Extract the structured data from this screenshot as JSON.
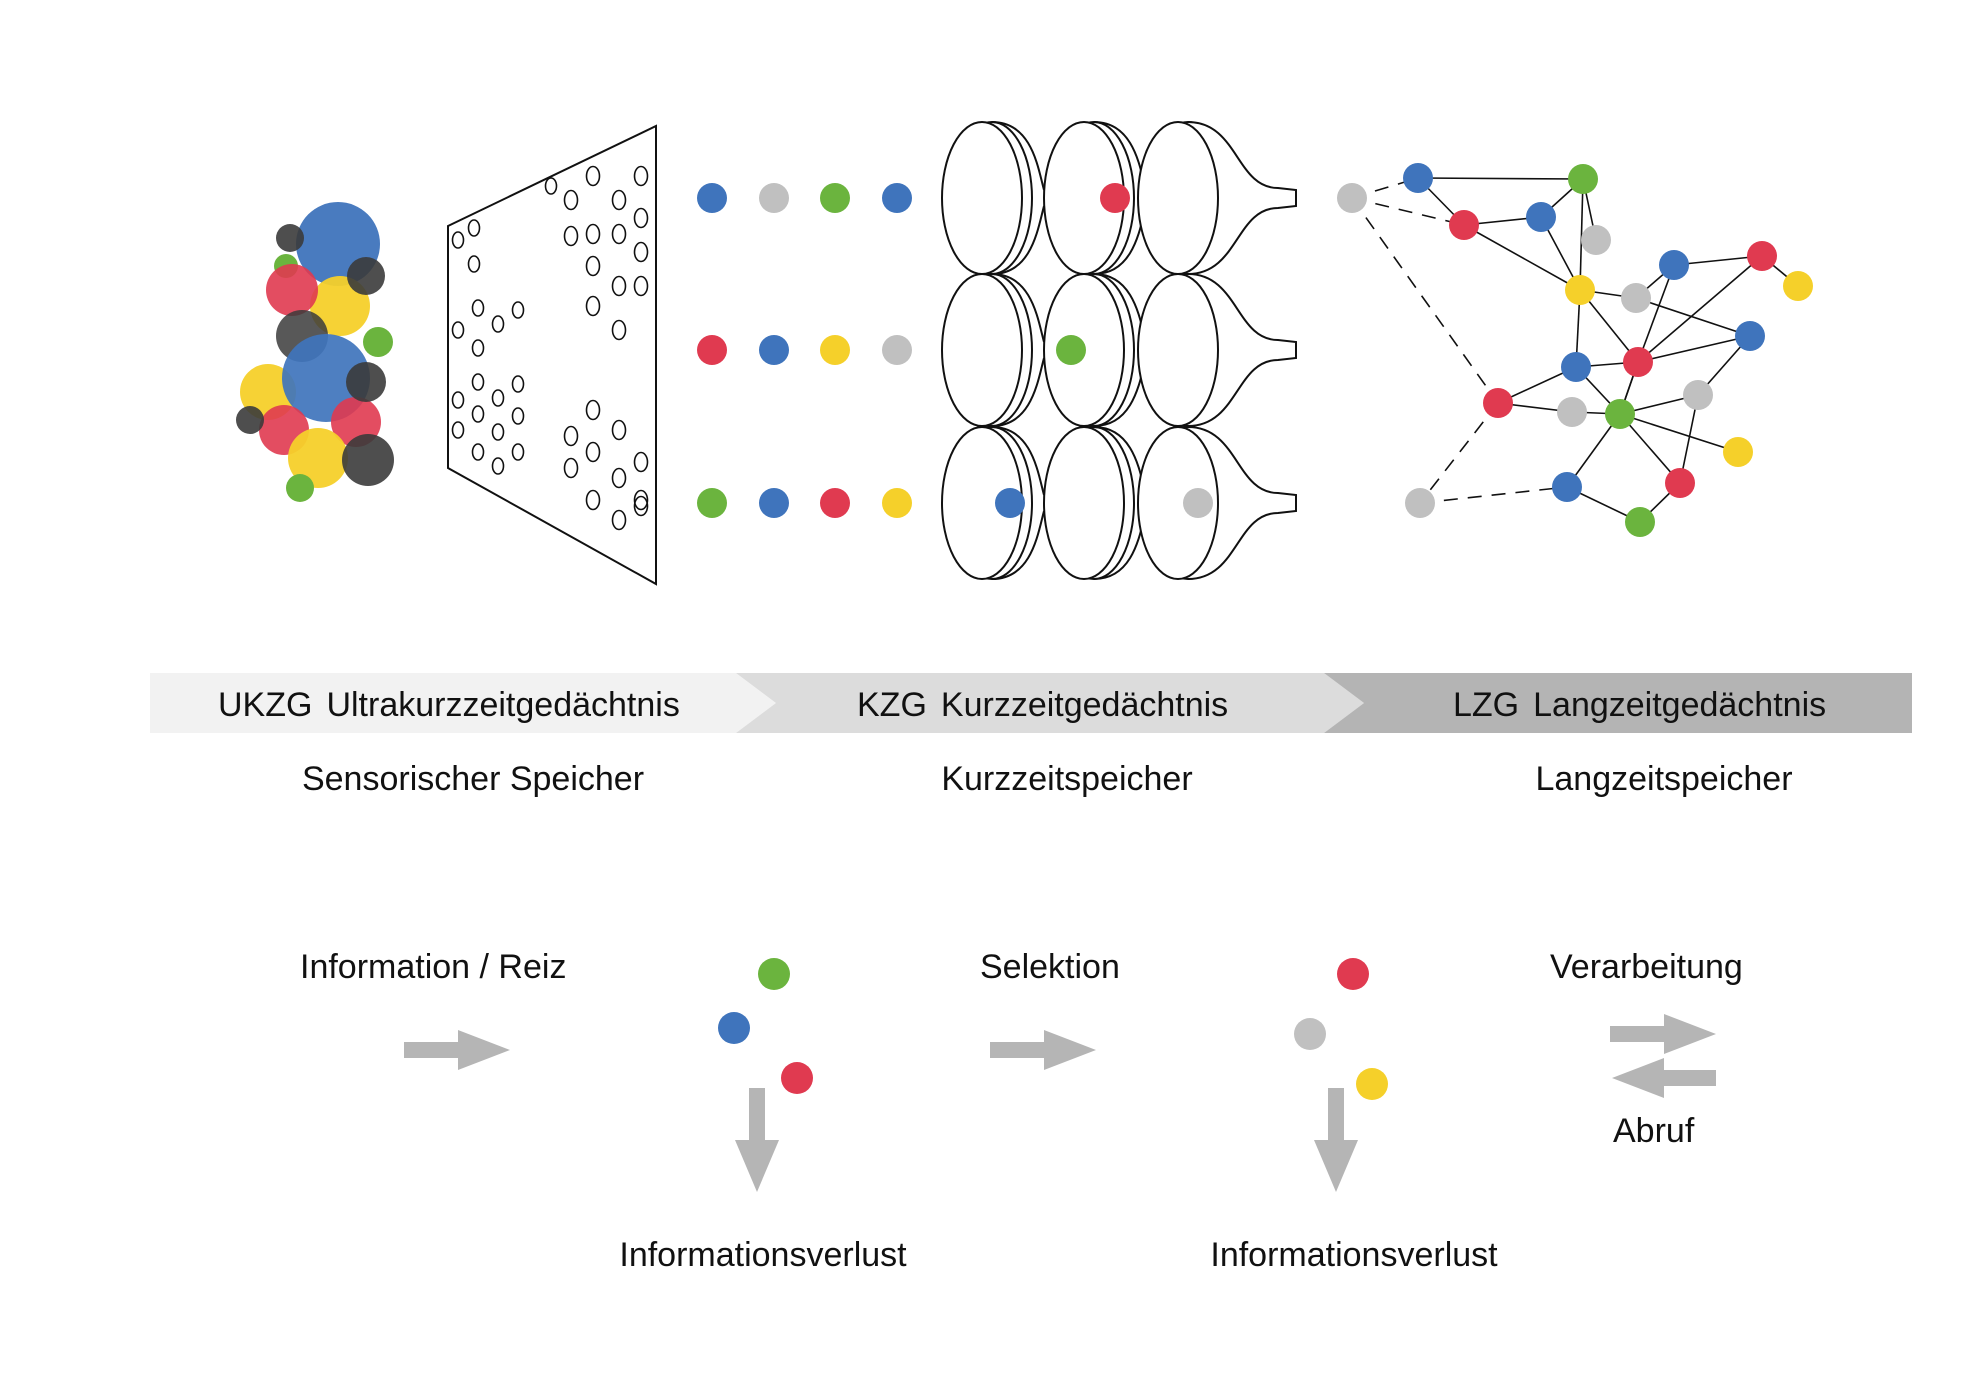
{
  "stages": [
    {
      "abbr": "UKZG",
      "name": "Ultrakurzzeitgedächtnis",
      "store": "Sensorischer Speicher"
    },
    {
      "abbr": "KZG",
      "name": "Kurzzeitgedächtnis",
      "store": "Kurzzeitspeicher"
    },
    {
      "abbr": "LZG",
      "name": "Langzeitgedächtnis",
      "store": "Langzeitspeicher"
    }
  ],
  "flow": {
    "input": "Information / Reiz",
    "selection": "Selektion",
    "processing": "Verarbeitung",
    "retrieval": "Abruf",
    "loss_1": "Informationsverlust",
    "loss_2": "Informationsverlust"
  },
  "colors": {
    "blue": "#3f74bc",
    "red": "#e03a50",
    "green": "#6bb43e",
    "yellow": "#f5d02a",
    "gray": "#c0c0c0",
    "dark": "#3b3b3b",
    "arrow": "#b5b5b5",
    "band_1": "#f2f2f2",
    "band_2": "#dcdcdc",
    "band_3": "#b4b4b4"
  },
  "dot_rows": [
    [
      "blue",
      "gray",
      "green",
      "blue"
    ],
    [
      "red",
      "blue",
      "yellow",
      "gray"
    ],
    [
      "green",
      "blue",
      "red",
      "yellow"
    ]
  ]
}
